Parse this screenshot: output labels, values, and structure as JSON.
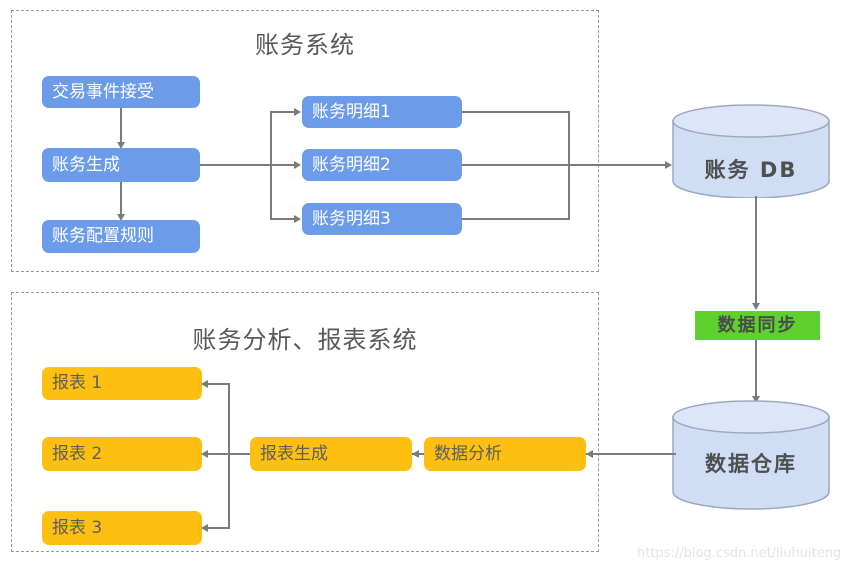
{
  "diagram": {
    "groups": [
      {
        "id": "billing-system",
        "title": "账务系统"
      },
      {
        "id": "analysis-report-system",
        "title": "账务分析、报表系统"
      }
    ],
    "billing_system": {
      "pipeline": [
        {
          "label": "交易事件接受",
          "color": "#6C9BEA"
        },
        {
          "label": "账务生成",
          "color": "#6C9BEA"
        },
        {
          "label": "账务配置规则",
          "color": "#6C9BEA"
        }
      ],
      "details": [
        {
          "label": "账务明细1",
          "color": "#6C9BEA"
        },
        {
          "label": "账务明细2",
          "color": "#6C9BEA"
        },
        {
          "label": "账务明细3",
          "color": "#6C9BEA"
        }
      ]
    },
    "analysis_system": {
      "reports": [
        {
          "label": "报表 1",
          "color": "#FDBF10"
        },
        {
          "label": "报表 2",
          "color": "#FDBF10"
        },
        {
          "label": "报表 3",
          "color": "#FDBF10"
        }
      ],
      "processors": [
        {
          "label": "报表生成",
          "color": "#FDBF10"
        },
        {
          "label": "数据分析",
          "color": "#FDBF10"
        }
      ]
    },
    "stores": [
      {
        "id": "billing-db",
        "label": "账务 DB",
        "fill": "#CFDDF5",
        "stroke": "#9BA8C0"
      },
      {
        "id": "data-warehouse",
        "label": "数据仓库",
        "fill": "#CFDDF5",
        "stroke": "#9BA8C0"
      }
    ],
    "sync": {
      "label": "数据同步",
      "color": "#5ED12E"
    },
    "watermark": "https://blog.csdn.net/liuhuiteng",
    "colors": {
      "blue": "#6C9BEA",
      "orange": "#FDBF10",
      "green": "#5ED12E",
      "cylinder_fill": "#CFDDF5",
      "cylinder_stroke": "#9BA8C0",
      "line": "#7b7b7b",
      "dashed_border": "#9a9a9a",
      "title_text": "#595959"
    }
  }
}
